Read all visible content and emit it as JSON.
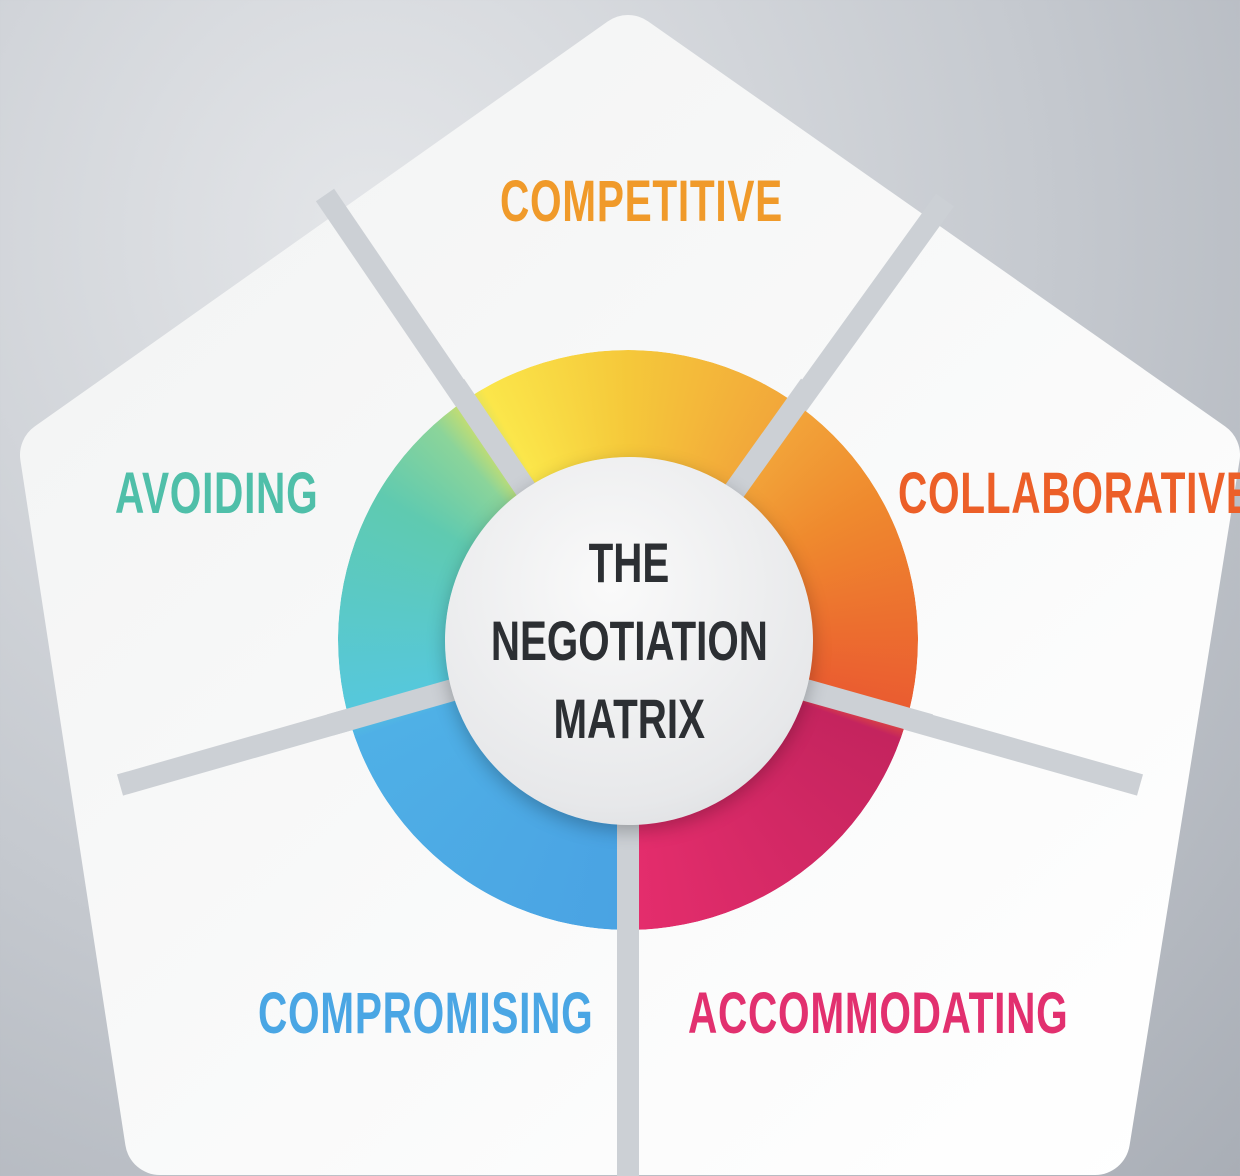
{
  "center": {
    "lines": [
      "THE",
      "NEGOTIATION",
      "MATRIX"
    ]
  },
  "segments": [
    {
      "label": "COMPETITIVE",
      "color": "#f09a2a"
    },
    {
      "label": "COLLABORATIVE",
      "color": "#ec5f28"
    },
    {
      "label": "ACCOMMODATING",
      "color": "#e2306f"
    },
    {
      "label": "COMPROMISING",
      "color": "#4aa6e4"
    },
    {
      "label": "AVOIDING",
      "color": "#4fbfa9"
    }
  ]
}
